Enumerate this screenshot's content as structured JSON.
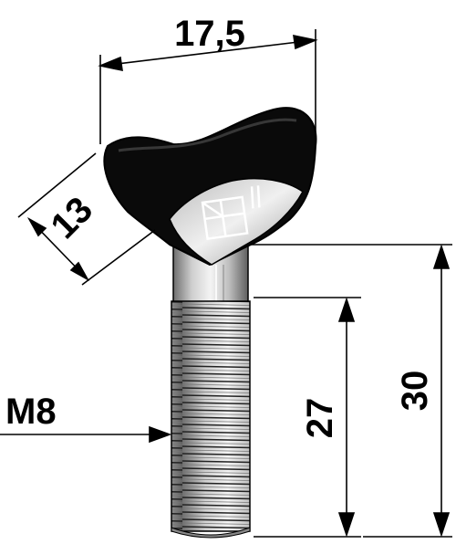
{
  "dimensions": {
    "head_width": "17,5",
    "head_diagonal": "13",
    "thread": "M8",
    "thread_length": "27",
    "total_length": "30"
  },
  "colors": {
    "line": "#000000",
    "head": "#0a0a0a",
    "background": "#ffffff"
  },
  "icons": [
    "square-drive-icon"
  ]
}
